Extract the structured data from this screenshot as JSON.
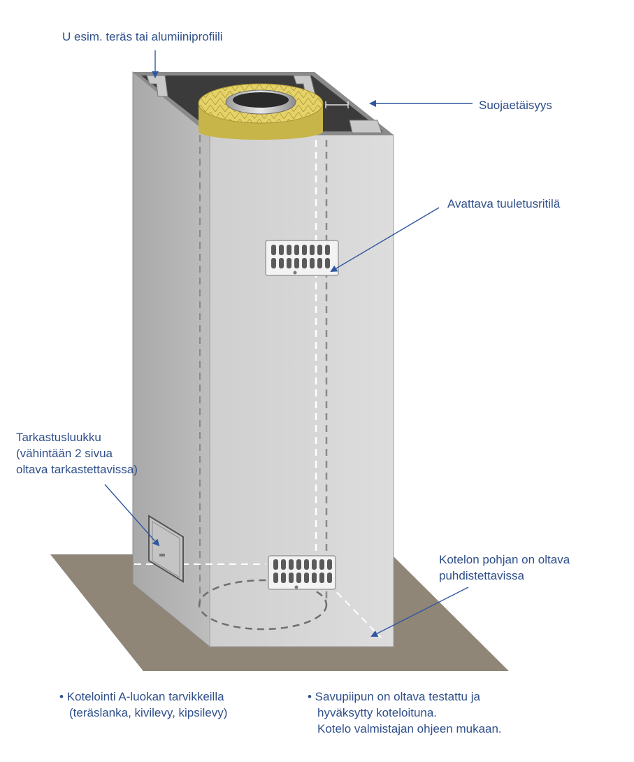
{
  "labels": {
    "profile": "U esim. teräs tai alumiiniprofiili",
    "clearance": "Suojaetäisyys",
    "vent": "Avattava tuuletusritilä",
    "hatch_line1": "Tarkastusluukku",
    "hatch_line2": "(vähintään 2 sivua",
    "hatch_line3": "oltava tarkastettavissa)",
    "bottom_line1": "Kotelon pohjan on oltava",
    "bottom_line2": "puhdistettavissa"
  },
  "notes": {
    "left_line1": "• Kotelointi A-luokan tarvikkeilla",
    "left_line2": "(teräslanka, kivilevy, kipsilevy)",
    "right_line1": "• Savupiipun on oltava testattu ja",
    "right_line2": "hyväksytty koteloituna.",
    "right_line3": "Kotelo valmistajan ohjeen mukaan."
  },
  "colors": {
    "text": "#2f4f8a",
    "arrow": "#2f57a0",
    "floor": "#8f8678",
    "front_face": "#d4d4d4",
    "side_face": "#b7b7b7",
    "insulation": "#e5d36a",
    "interior": "#3b3b3b"
  }
}
